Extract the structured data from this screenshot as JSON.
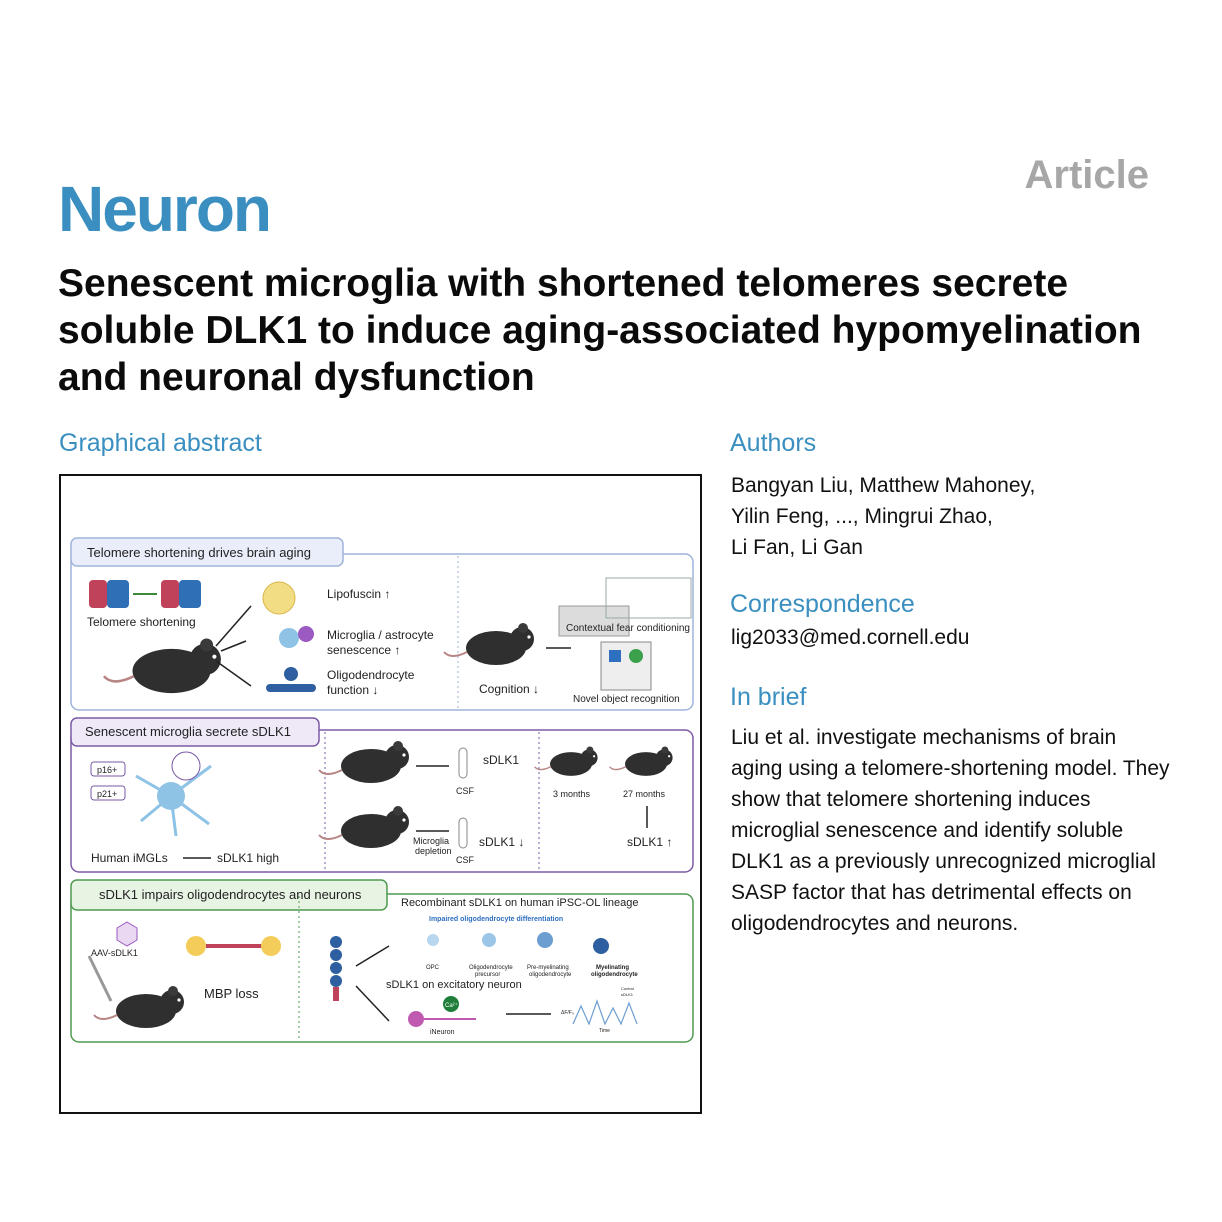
{
  "journal": "Neuron",
  "article_type": "Article",
  "title": "Senescent microglia with shortened telomeres secrete soluble DLK1 to induce aging-associated hypomyelination and neuronal dysfunction",
  "graphical_abstract": {
    "heading": "Graphical abstract",
    "panel1": {
      "label": "Telomere shortening drives brain aging",
      "telomere_shortening": "Telomere shortening",
      "lipofuscin": "Lipofuscin ↑",
      "senescence_line1": "Microglia / astrocyte",
      "senescence_line2": "senescence ↑",
      "oligo_line1": "Oligodendrocyte",
      "oligo_line2": "function ↓",
      "fear_conditioning": "Contextual fear conditioning",
      "cognition": "Cognition ↓",
      "novel_object": "Novel object recognition"
    },
    "panel2": {
      "label": "Senescent microglia secrete sDLK1",
      "p16": "p16+",
      "p21": "p21+",
      "imgl": "Human iMGLs",
      "sdlk1_high": "sDLK1 high",
      "sdlk1": "sDLK1",
      "csf": "CSF",
      "microglia_depletion_1": "Microglia",
      "microglia_depletion_2": "depletion",
      "sdlk1_down": "sDLK1 ↓",
      "three_months": "3 months",
      "twentyseven_months": "27 months",
      "sdlk1_up": "sDLK1 ↑"
    },
    "panel3": {
      "label": "sDLK1 impairs oligodendrocytes and neurons",
      "aav": "AAV-sDLK1",
      "mbp_loss": "MBP loss",
      "recombinant": "Recombinant sDLK1 on human iPSC-OL lineage",
      "impaired": "Impaired oligodendrocyte differentiation",
      "opc": "OPC",
      "precursor_1": "Oligodendrocyte",
      "precursor_2": "precursor",
      "premyel_1": "Pre-myelinating",
      "premyel_2": "oligodendrocyte",
      "myel_1": "Myelinating",
      "myel_2": "oligodendrocyte",
      "excitatory": "sDLK1 on excitatory neuron",
      "ca": "Ca²⁺",
      "ineuron": "iNeuron",
      "trace_y": "ΔF/F₀",
      "trace_x": "Time",
      "legend_control": "Control",
      "legend_sdlk1": "sDLK1"
    }
  },
  "authors": {
    "heading": "Authors",
    "line1": "Bangyan Liu, Matthew Mahoney,",
    "line2": "Yilin Feng, ..., Mingrui Zhao,",
    "line3": "Li Fan, Li Gan"
  },
  "correspondence": {
    "heading": "Correspondence",
    "email": "lig2033@med.cornell.edu"
  },
  "in_brief": {
    "heading": "In brief",
    "text": "Liu et al. investigate mechanisms of brain aging using a telomere-shortening model. They show that telomere shortening induces microglial senescence and identify soluble DLK1 as a previously unrecognized microglial SASP factor that has detrimental effects on oligodendrocytes and neurons."
  },
  "colors": {
    "journal_blue": "#3a8fc0",
    "article_gray": "#a7a7a7",
    "panel1_border": "#9fb3d9",
    "panel2_border": "#7b5aa6",
    "panel3_border": "#4e9a50"
  }
}
